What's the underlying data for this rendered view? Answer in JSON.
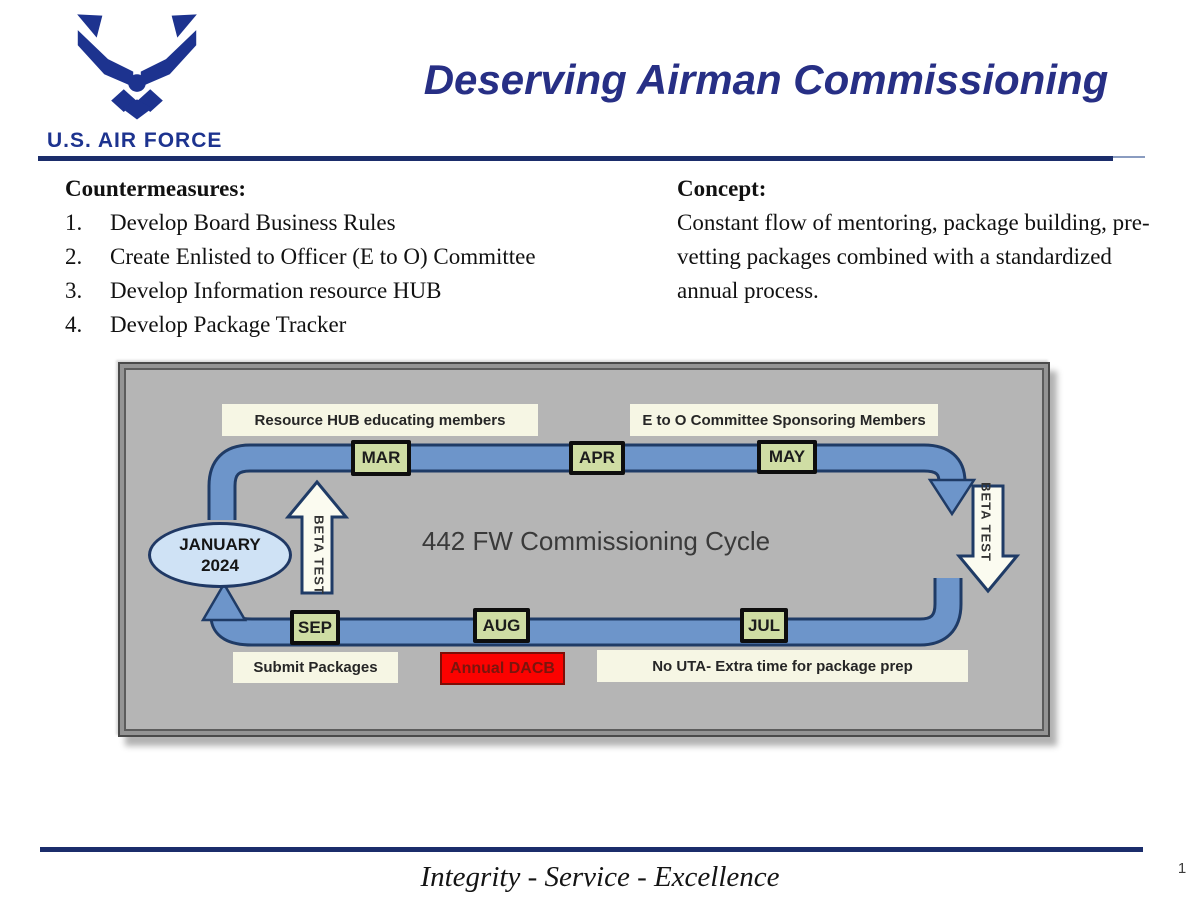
{
  "logo": {
    "wordmark": "U.S. AIR FORCE"
  },
  "title": "Deserving Airman Commissioning",
  "countermeasures": {
    "heading": "Countermeasures:",
    "items": [
      {
        "num": "1.",
        "text": "Develop Board Business Rules"
      },
      {
        "num": "2.",
        "text": "Create Enlisted to Officer (E to O) Committee"
      },
      {
        "num": "3.",
        "text": "Develop Information resource HUB"
      },
      {
        "num": "4.",
        "text": "Develop Package Tracker"
      }
    ]
  },
  "concept": {
    "heading": "Concept:",
    "body": "Constant flow of mentoring, package building, pre-vetting packages combined with a standardized annual process."
  },
  "diagram": {
    "cycle_title": "442 FW Commissioning Cycle",
    "start_month": "JANUARY",
    "start_year": "2024",
    "top_banners": [
      "Resource HUB educating members",
      "E to O Committee Sponsoring Members"
    ],
    "months_top": [
      "MAR",
      "APR",
      "MAY"
    ],
    "months_bottom": [
      "SEP",
      "AUG",
      "JUL"
    ],
    "beta_test_left": "BETA TEST",
    "beta_test_right": "BETA TEST",
    "bottom_labels": {
      "submit": "Submit Packages",
      "dacb": "Annual DACB",
      "no_uta": "No UTA- Extra time for package prep"
    }
  },
  "footer": {
    "motto": "Integrity - Service - Excellence",
    "page_number": "1"
  },
  "colors": {
    "af_navy": "#1d338f",
    "title_navy": "#272f85",
    "rule_navy": "#1b2d6b",
    "panel_gray": "#b5b5b5",
    "band_blue": "#6d95ca",
    "band_edge": "#1f3b66",
    "month_green": "#cfdda4",
    "cream": "#f6f6e4",
    "alert_red": "#fb0200",
    "oval_blue": "#cfe2f5"
  }
}
